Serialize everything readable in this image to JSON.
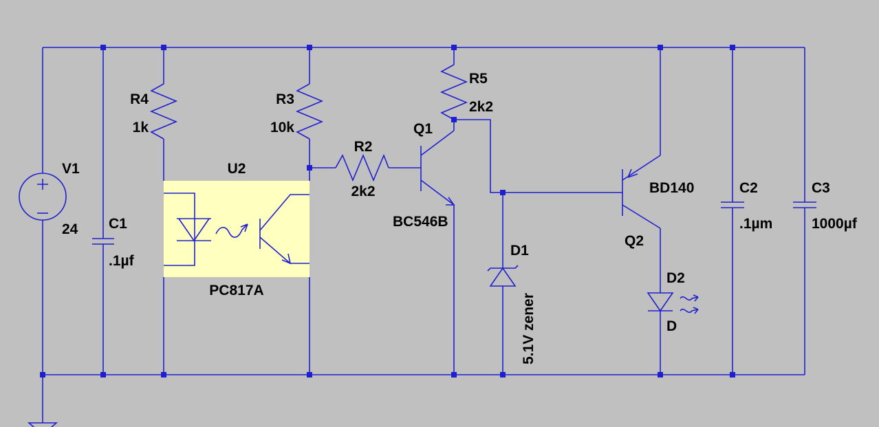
{
  "components": {
    "v1": {
      "ref": "V1",
      "value": "24"
    },
    "c1": {
      "ref": "C1",
      "value": ".1µf"
    },
    "r4": {
      "ref": "R4",
      "value": "1k"
    },
    "r3": {
      "ref": "R3",
      "value": "10k"
    },
    "u2": {
      "ref": "U2",
      "value": "PC817A"
    },
    "r2": {
      "ref": "R2",
      "value": "2k2"
    },
    "q1": {
      "ref": "Q1",
      "value": "BC546B"
    },
    "r5": {
      "ref": "R5",
      "value": "2k2"
    },
    "d1": {
      "ref": "D1",
      "value": "5.1V zener"
    },
    "q2": {
      "ref": "Q2",
      "value": "BD140"
    },
    "d2": {
      "ref": "D2",
      "value": "D"
    },
    "c2": {
      "ref": "C2",
      "value": ".1µm"
    },
    "c3": {
      "ref": "C3",
      "value": "1000µf"
    }
  },
  "colors": {
    "background": "#c0c0c0",
    "wire": "#1f1fcf",
    "optocoupler_fill": "#ffffc0",
    "label": "#000000"
  }
}
